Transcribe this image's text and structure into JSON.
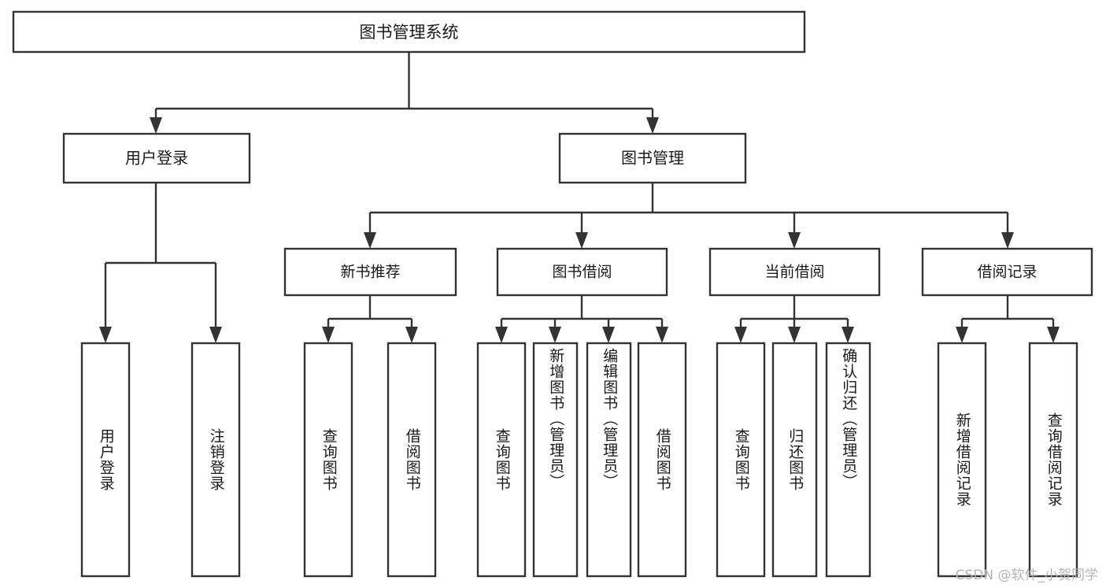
{
  "diagram": {
    "title": "图书管理系统",
    "watermark": "CSDN @软件_小贺同学",
    "root": {
      "label": "图书管理系统"
    },
    "level1": [
      {
        "label": "用户登录"
      },
      {
        "label": "图书管理"
      }
    ],
    "level2": [
      {
        "label": "新书推荐"
      },
      {
        "label": "图书借阅"
      },
      {
        "label": "当前借阅"
      },
      {
        "label": "借阅记录"
      }
    ],
    "leaves": [
      {
        "label": "用户登录",
        "parent": "用户登录"
      },
      {
        "label": "注销登录",
        "parent": "用户登录"
      },
      {
        "label": "查询图书",
        "parent": "新书推荐"
      },
      {
        "label": "借阅图书",
        "parent": "新书推荐"
      },
      {
        "label": "查询图书",
        "parent": "图书借阅"
      },
      {
        "label": "新增图书（管理员）",
        "parent": "图书借阅"
      },
      {
        "label": "编辑图书（管理员）",
        "parent": "图书借阅"
      },
      {
        "label": "借阅图书",
        "parent": "图书借阅"
      },
      {
        "label": "查询图书",
        "parent": "当前借阅"
      },
      {
        "label": "归还图书",
        "parent": "当前借阅"
      },
      {
        "label": "确认归还（管理员）",
        "parent": "当前借阅"
      },
      {
        "label": "新增借阅记录",
        "parent": "借阅记录"
      },
      {
        "label": "查询借阅记录",
        "parent": "借阅记录"
      }
    ],
    "colors": {
      "stroke": "#333333",
      "fill": "#ffffff",
      "text": "#1a1a1a",
      "watermark": "#b4b4b4",
      "background": "#ffffff"
    }
  }
}
